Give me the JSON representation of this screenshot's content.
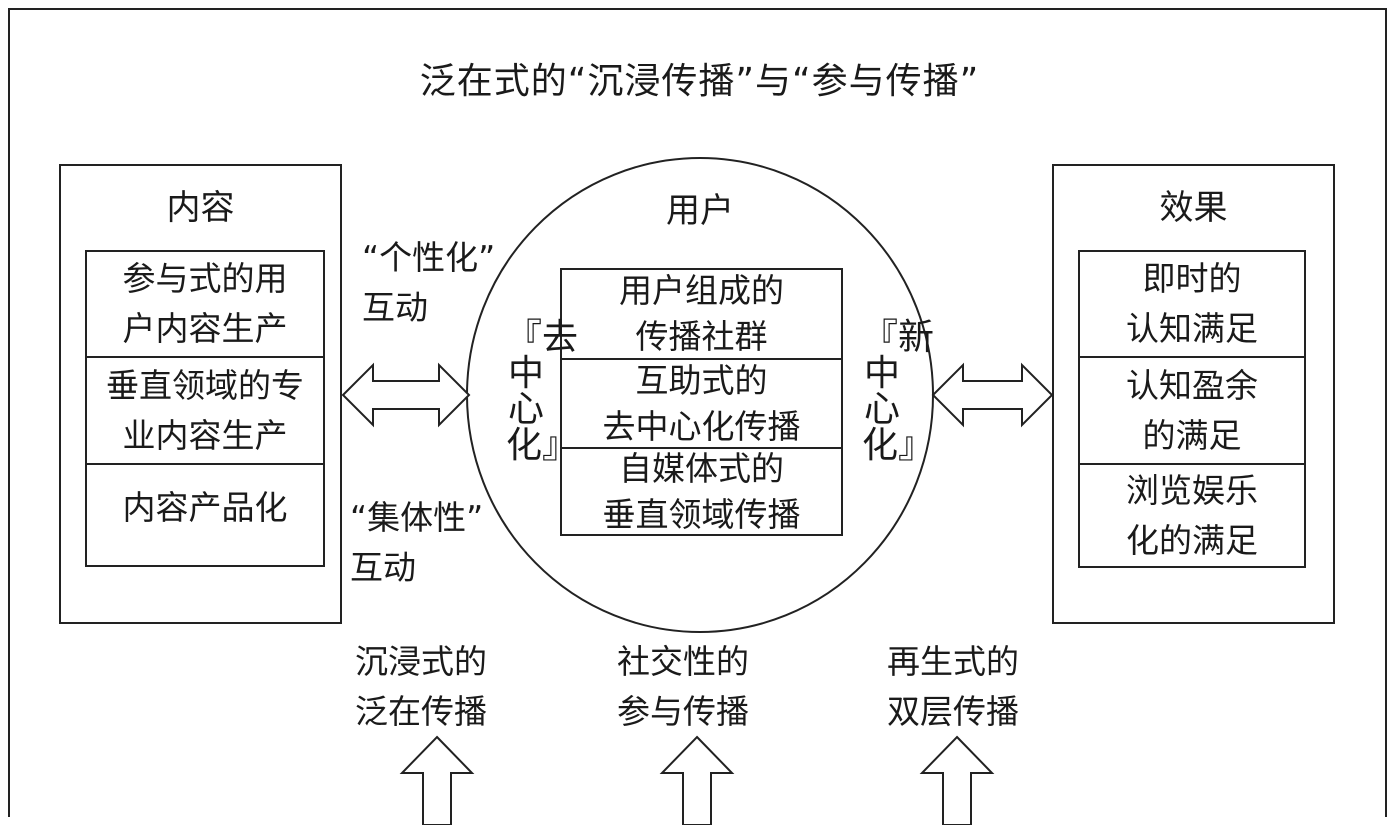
{
  "title": "泛在式的“沉浸传播”与“参与传播”",
  "left_panel": {
    "title": "内容",
    "items": [
      "参与式的用\n户内容生产",
      "垂直领域的专\n业内容生产",
      "内容产品化"
    ]
  },
  "center_panel": {
    "title": "用户",
    "items": [
      "用户组成的\n传播社群",
      "互助式的\n去中心化传播",
      "自媒体式的\n垂直领域传播"
    ],
    "left_vertical": "『去\n中\n心\n化』",
    "right_vertical": "『新\n中\n心\n化』"
  },
  "right_panel": {
    "title": "效果",
    "items": [
      "即时的\n认知满足",
      "认知盈余\n的满足",
      "浏览娱乐\n化的满足"
    ]
  },
  "interaction_labels": [
    "“个性化”\n互动",
    "“集体性”\n互动"
  ],
  "bottom_labels": [
    "沉浸式的\n泛在传播",
    "社交性的\n参与传播",
    "再生式的\n双层传播"
  ]
}
